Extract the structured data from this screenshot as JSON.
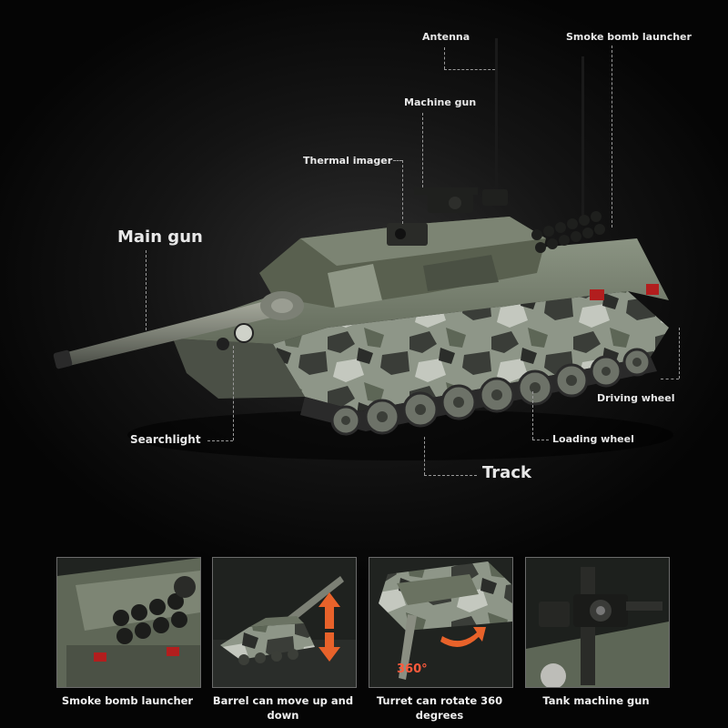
{
  "labels": {
    "antenna": "Antenna",
    "smoke_bomb_launcher": "Smoke bomb launcher",
    "machine_gun": "Machine gun",
    "thermal_imager": "Thermal imager",
    "main_gun": "Main gun",
    "driving_wheel": "Driving wheel",
    "loading_wheel": "Loading wheel",
    "searchlight": "Searchlight",
    "track": "Track"
  },
  "panels": [
    {
      "caption": "Smoke bomb launcher"
    },
    {
      "caption": "Barrel can move up and down"
    },
    {
      "caption": "Turret can rotate 360 degrees",
      "badge": "360°"
    },
    {
      "caption": "Tank machine gun"
    }
  ],
  "colors": {
    "background": "#050505",
    "label_text": "#e8e8e8",
    "leader_line": "#9a9a9a",
    "camo_light": "#8e9688",
    "camo_dark": "#3a3d38",
    "hull_green": "#5d6656",
    "arrow_orange": "#f06a2a"
  }
}
